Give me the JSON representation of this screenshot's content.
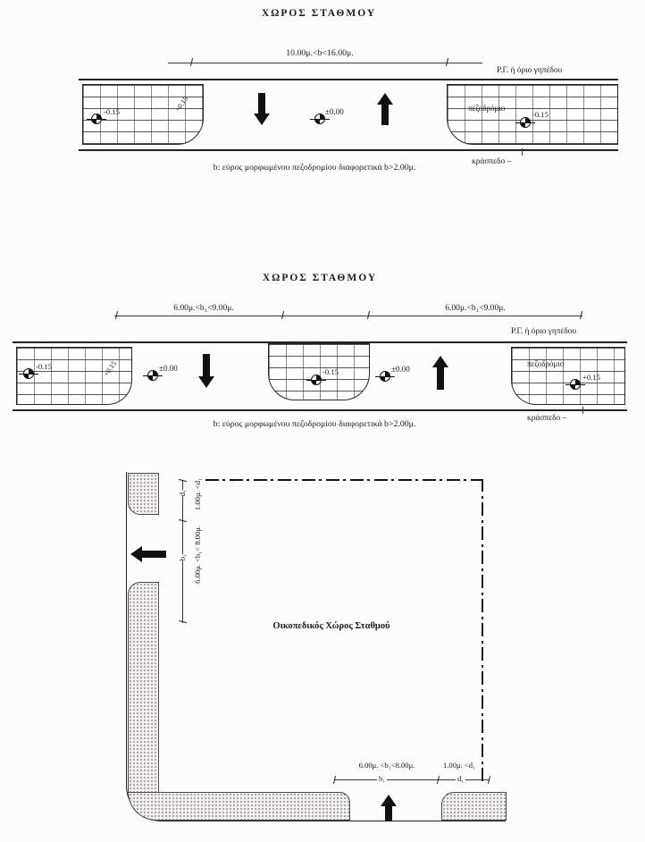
{
  "page": {
    "bg": "#fcfcfa",
    "ink": "#1b1b1b"
  },
  "d1": {
    "title": "ΧΩΡΟΣ ΣΤΑΘΜΟΥ",
    "dim": "10.00μ.<b<16.00μ.",
    "rg_label": "Ρ.Γ. ή όριο γηπέδου",
    "sidewalk_label": "πεζοδρόμιο",
    "curb_label": "κράσπεδο –",
    "caption": "b: εύρος μορφωμένου πεζοδρομίου διαφορετικά b>2.00μ.",
    "lvl_left": "-0.15",
    "lvl_left_ramp": "+0.15",
    "lvl_road": "±0.00",
    "lvl_right": "-0.15"
  },
  "d2": {
    "title": "ΧΩΡΟΣ ΣΤΑΘΜΟΥ",
    "dim_left": "6.00μ.<b₁<9.00μ.",
    "dim_right": "6.00μ.<b₁<9.00μ.",
    "rg_label": "Ρ.Γ. ή όριο γηπέδου",
    "sidewalk_label": "πεζοδρόμιο",
    "curb_label": "κράσπεδο –",
    "caption": "b: εύρος μορφωμένου πεζοδρομίου διαφορετικά b>2.00μ.",
    "lvl_left": "-0.15",
    "lvl_left_ramp": "+0.15",
    "lvl_road_left": "±0.00",
    "lvl_island": "-0.15",
    "lvl_road_right": "±0.00",
    "lvl_right": "+0.15"
  },
  "d3": {
    "site_label": "Οικοπεδικός Χώρος Σταθμού",
    "dim_left_d_text": "1.00μ. <d₁",
    "dim_left_b_text": "6.00μ. <b₁< 8.00μ.",
    "dim_left_d_tick": "d₁",
    "dim_left_b_tick": "b₁",
    "dim_bottom_b_text": "6.00μ. <b₁<8.00μ.",
    "dim_bottom_d_text": "1.00μ. <d₁",
    "dim_bottom_b_tick": "b₁",
    "dim_bottom_d_tick": "d₁"
  }
}
